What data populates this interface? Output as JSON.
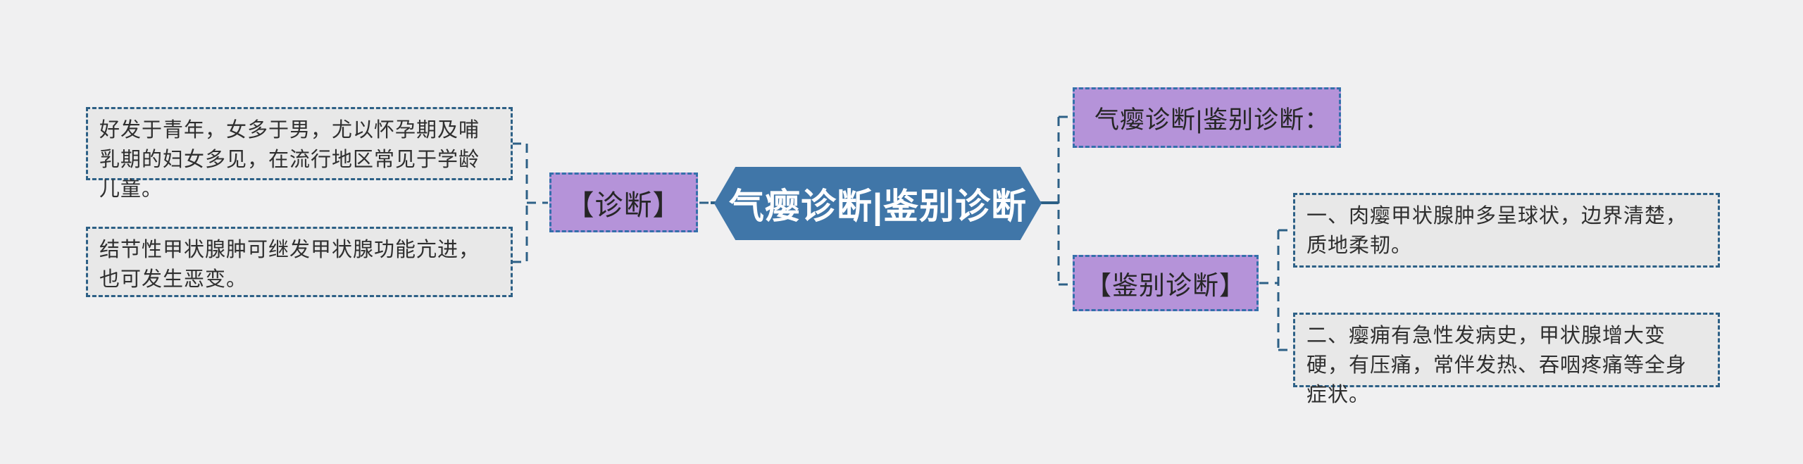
{
  "canvas": {
    "background_color": "#f0f0f1",
    "connector_color": "#2d6086"
  },
  "root": {
    "label": "气瘿诊断|鉴别诊断",
    "fill_color": "#4076a8",
    "text_color": "#ffffff"
  },
  "left_branch": {
    "node": {
      "label": "【诊断】",
      "fill_color": "#b593d9"
    },
    "leaves": [
      {
        "text": "好发于青年，女多于男，尤以怀孕期及哺乳期的妇女多见，在流行地区常见于学龄儿童。"
      },
      {
        "text": "结节性甲状腺肿可继发甲状腺功能亢进，也可发生恶变。"
      }
    ]
  },
  "right_branch": {
    "top_node": {
      "label": "气瘿诊断|鉴别诊断：",
      "fill_color": "#b593d9"
    },
    "bottom_node": {
      "label": "【鉴别诊断】",
      "fill_color": "#b593d9"
    },
    "leaves": [
      {
        "text": "一、肉瘿甲状腺肿多呈球状，边界清楚，质地柔韧。"
      },
      {
        "text": "二、瘿痈有急性发病史，甲状腺增大变硬，有压痛，常伴发热、吞咽疼痛等全身症状。"
      }
    ]
  }
}
